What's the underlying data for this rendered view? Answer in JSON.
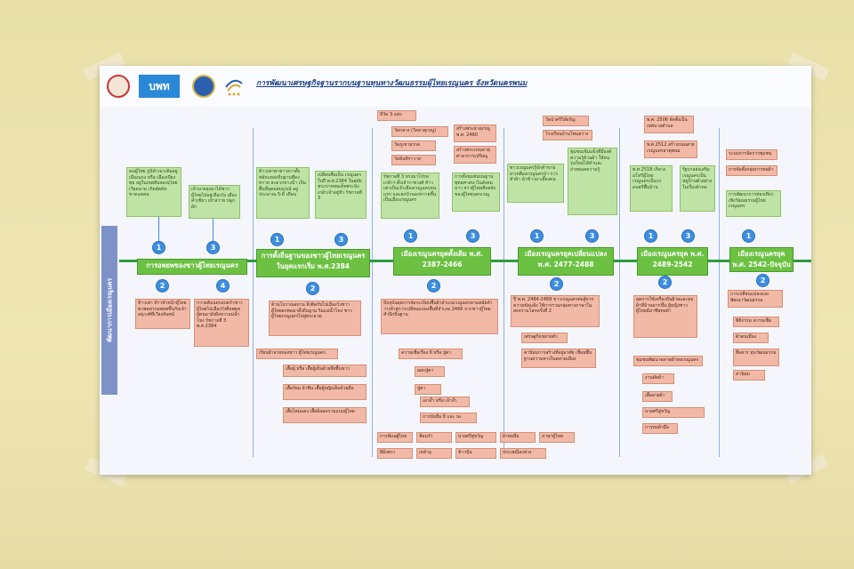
{
  "poster": {
    "title": "การพัฒนาเศรษฐกิจฐานรากบนฐานทุนทางวัฒนธรรมผู้ไทยเรณูนคร จังหวัดนครพนม",
    "side_label": "พัฒนาการเมืองเรณูนคร",
    "logo_b_text": "บพท"
  },
  "eras": [
    {
      "label": "การอพยพของชาวผู้ไทยเรณูนคร"
    },
    {
      "label": "การตั้งถิ่นฐานของชาวผู้ไทยเรณูนคร ในยุคแรกเริ่ม พ.ศ.2384"
    },
    {
      "label": "เมืองเรณูนครยุคดั้งเดิม พ.ศ. 2387-2466"
    },
    {
      "label": "เมืองเรณูนครยุคเปลี่ยนแปลง พ.ศ. 2477-2488"
    },
    {
      "label": "เมืองเรณูนครยุค พ.ศ. 2489-2542"
    },
    {
      "label": "เมืองเรณูนครยุค พ.ศ. 2542-ปัจจุบัน"
    }
  ],
  "circles": {
    "one": "1",
    "two": "2",
    "three": "3",
    "four": "4"
  },
  "boxes": {
    "e1_1": "คนผู้ไทย ภูมิลำเนาเดิมอยู่เมืองแถง หรือ เมืองเบียงซุย อยู่ในเขตสิบสองจุไทย เวียดนาม เกิดอัตคัด ขาดแคลน",
    "e1_3": "เจ้านายจุงมาได้ชาวผู้ไทยไปอยู่เมืองวัง เมืองคำเขียว เข้าสวาย ปลูกผัก",
    "e1_2": "ท้าวเพา ท้าวหัวหน้าผู้ไทยพาพลพวกอพยพขึ้นกับเจ้าอนุวงศ์ที่เวียงจันทน์",
    "e1_4": "กวาดต้อนครอบครัวชาวผู้ไทยไปเมืองวังที่อพยพผู้คนมายังฝั่งขวาแม่น้ำโขง รัชกาลที่ 3 พ.ศ.2384",
    "e2_1": "ท้าวเพาพาชาวลาวตั้งหลักแหล่งถิ่นฐานที่ดงหวาย สะดวกทางน้ำ เป็นพื้นที่อุดมสมบูรณ์ อยู่ประมาณ 5-6 เดือน",
    "e2_3": "เปลี่ยนชื่อเป็น เรณูนคร ในปี พ.ศ.2384 ในสมัยพระบาทสมเด็จพระนั่งเกล้าเจ้าอยู่หัว รัชกาลที่ 3",
    "e2_2": "ด้านโบราณสถาน จึงติดกับไปเมืองวังชาวผู้ไทยยกพลมาตั้งถิ่นฐาน ริมแม่น้ำโขง ชาวผู้ไทยเรณูนครไปสู่พระธาตุ",
    "e2_sub": "เรียนผ้าลายของชาว ผู้ไทยเรณูนคร",
    "e2_a": "เสื้อผู้ หรือ เสื้อผู้เย็บด้ายซึ่งพื้นขาว",
    "e2_b": "เสื้อก้อม ผ้าซิ่น เสื้อผู้หญิงเย็บด้วยมือ",
    "e2_c": "เสื้อไหมแดง เสื้อย้อมครามแบบผู้ไทย",
    "e3_top": "มีวัด 3 แห่ง",
    "e3_t1": "วัดกลาง (วัดธาตุเรณู)",
    "e3_t2": "วัดภูเขามรรค",
    "e3_t3": "วัดอินทิราวาส",
    "e3_r1": "สร้างพระธาตุเรณู พ.ศ. 2460",
    "e3_r2": "สร้างพระบรมธาตุศาลาการเปรียญ",
    "e3_1": "รัชกาลที่ 3 ทรงมาโปรดเกล้าฯ ตั้งเจ้าราชวงศ์ ท้าวเพาเป็นเจ้าเมืองเรณูนครคนแรก และยกบ้านดงหวายขึ้นเป็นเมืองเรณูนคร",
    "e3_3": "การตั้งชุมชนบนฐานพุทธศาสนาในสังคมลาว ชาวผู้ไทยคือพลังของผู้ไทยนครเรณู",
    "e3_2": "ปัจจุบันยุคการจัดระเบียบพื้นผ้าอำเภอเรณูนครตามสมัยคำว่าเข้าสู่การเปลี่ยนแปลงพื้นที่อำเภอ 2466 จากชาวผู้ไทยสำนึกถิ่นฐาน",
    "e3_s1": "ความเชื่อเรื่อง ผี หรือ ปู่ตา",
    "e3_s2": "ผอบปู่ตา",
    "e3_s3": "ปู่ตา",
    "e3_s4": "เอาจ้ำ หรือ เจ้าจ้ำ",
    "e3_s5": "การนับถือ ผี และ นะ",
    "e3_b1": "การฟ้อนผู้ไทย",
    "e3_b2": "ฟ้อนรำ",
    "e3_b3": "บายศรีสู่ขวัญ",
    "e3_b4": "ผ้าทอมือ",
    "e3_b5": "ภาษาผู้ไทย",
    "e3_b6": "ผีมิ่งพรา",
    "e3_b7": "เหล้าอุ",
    "e3_b8": "ข้าวปุ้น",
    "e3_b9": "ประเพณีลงข่วง",
    "e4_t1": "วัดป่าศรีวิลัยรัญ",
    "e4_t2": "โรงเรียนบ้านโพนสว่าง",
    "e4_1": "ชาวเรณูนครรู้จักค้าขาย ยาเหลืองเรณูนครนำ การทำผ้า นำข้าวมาเลี้ยงคน",
    "e4_3": "ชุมชนเข้มแข็งที่มีองค์ความรู้ด้านผ้า ให้คนรุ่นใหม่ได้ทำและถ่ายทอดความรู้",
    "e4_2": "ปี พ.ศ. 2484-2489 ชาวเรณูนครต่อสู้จากความขัดแย้ง ใช้การรวมกลุ่มทางภาษาในสงครามโลกครั้งที่ 2",
    "e4_s1": "เศรษฐกิจขยายตัว",
    "e4_s2": "ค่านิยมการสร้างที่อยู่อาศัย เชื่อมพื้นฐานความทางในตลาดเมือง",
    "e5_t1": "พ.ศ. 2506 จัดตั้งเป็นเทศบาลตำบล",
    "e5_t2": "พ.ศ.2512 สร้างถนนสายเรณูนครธาตุพนม",
    "e5_1": "พ.ศ.2518 เกิดวงมโหรีผู้ไทยเรณูนครเป็นวงดนตรีพื้นบ้าน",
    "e5_3": "รัฐบาลส่งเสริมเรณูนครเป็นหมู่บ้านตัวอย่างในเรื่องผ้าทอ",
    "e5_2": "ยุคการใช้เครื่องปั่นฝ้ายและทอผ้าที่บ้านมากขึ้น ผู้หญิงชาวผู้ไทยมีอาชีพทอผ้า",
    "e5_s1": "ชุมชนพัฒนาตลาดผ้าทอเรณูนคร",
    "e5_s2": "งานตัดผ้า",
    "e5_s3": "เสื้อลายผ้า",
    "e5_s4": "บายศรีสู่ขวัญ",
    "e5_s5": "การทอผ้ามือ",
    "e6_t1": "ระบบการจัดการชุมชน",
    "e6_t2": "การจัดตั้งกลุ่มการทอผ้า",
    "e6_1": "การพัฒนาการท่องเที่ยวเชิงวัฒนธรรมผู้ไทยเรณูนคร",
    "e6_2": "การเปลี่ยนแปลงและพัฒนาวัฒนธรรม",
    "e6_s1": "พิธีกรรม ความเชื่อ",
    "e6_s2": "ตัวตนเมือง",
    "e6_s3": "สื่อสาร ทุนวัฒนธรรม",
    "e6_s4": "ค่านิยม"
  },
  "colors": {
    "green_box": "#bfe3a4",
    "pink_box": "#f1b9a6",
    "era_green": "#6cc142",
    "circle_blue": "#3d8ee0",
    "axis_green": "#2e9a40"
  }
}
